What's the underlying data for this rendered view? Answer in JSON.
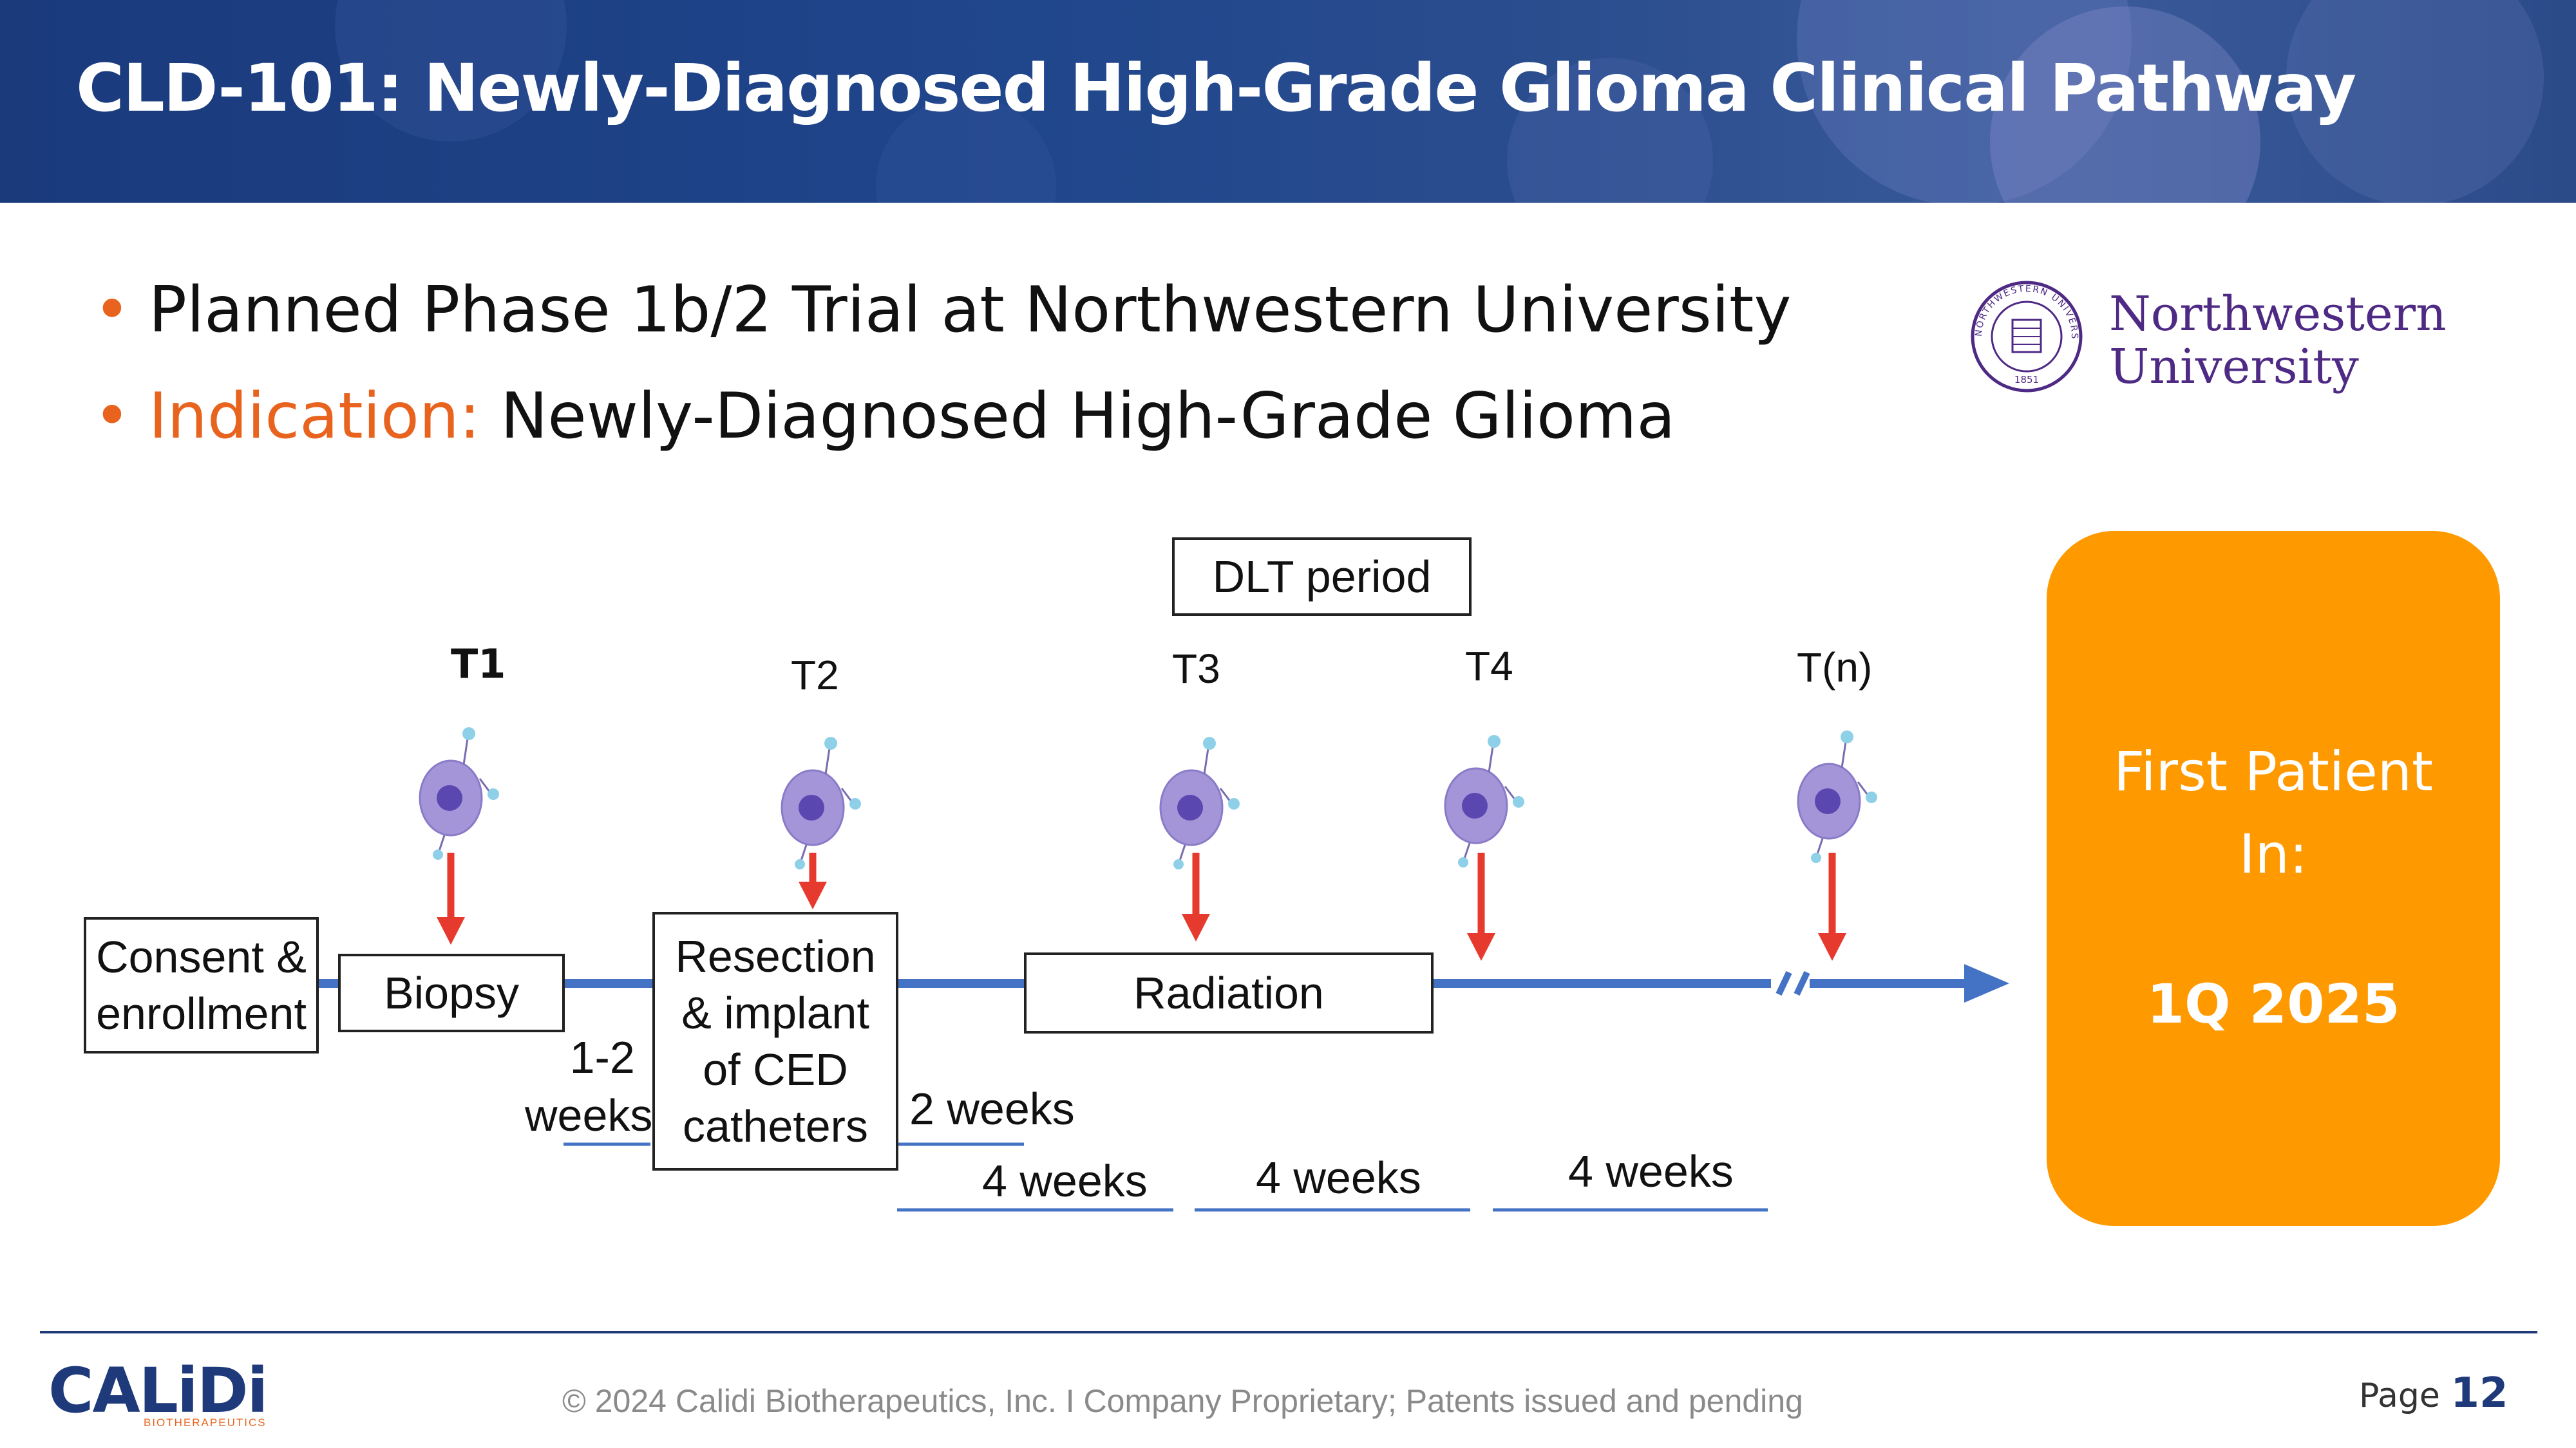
{
  "header": {
    "title": "CLD-101: Newly-Diagnosed High-Grade Glioma Clinical Pathway"
  },
  "bullets": [
    {
      "label": "",
      "text": "Planned Phase 1b/2 Trial at Northwestern University"
    },
    {
      "label": "Indication: ",
      "text": "Newly-Diagnosed High-Grade Glioma"
    }
  ],
  "partner_logo": {
    "line1": "Northwestern",
    "line2": "University",
    "seal_text": "NORTHWESTERN UNIVERSITY",
    "seal_year": "1851"
  },
  "diagram": {
    "dlt_label": "DLT period",
    "timepoints": [
      "T1",
      "T2",
      "T3",
      "T4",
      "T(n)"
    ],
    "steps": {
      "consent": [
        "Consent &",
        "enrollment"
      ],
      "biopsy": "Biopsy",
      "resection": [
        "Resection",
        "& implant",
        "of CED",
        "catheters"
      ],
      "radiation": "Radiation"
    },
    "durations": {
      "biopsy_to_resection": [
        "1-2",
        "weeks"
      ],
      "after_resection": "2 weeks",
      "span1": "4 weeks",
      "span2": "4 weeks",
      "span3": "4 weeks"
    },
    "colors": {
      "timeline": "#4472c4",
      "arrow": "#e63a2e",
      "cell": "#a495d8",
      "nucleus": "#5a48b0"
    }
  },
  "panel": {
    "label": "First Patient In:",
    "date": "1Q 2025",
    "color": "#ff9900"
  },
  "footer": {
    "logo": "CALiDi",
    "logo_sub": "BIOTHERAPEUTICS",
    "copyright": "© 2024 Calidi Biotherapeutics, Inc. I  Company Proprietary; Patents issued and pending",
    "page_label": "Page",
    "page_number": "12"
  }
}
